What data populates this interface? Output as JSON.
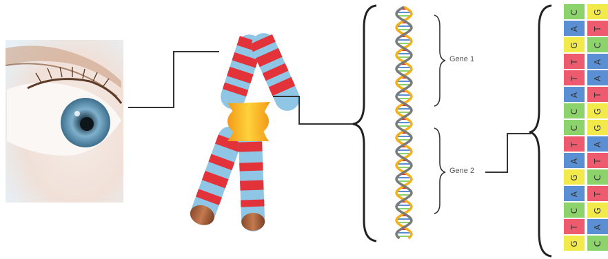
{
  "labels": {
    "gene1": "Gene 1",
    "gene2": "Gene 2"
  },
  "colors": {
    "A": "#5b8fd4",
    "C": "#8bd36a",
    "G": "#f2ea4a",
    "T": "#ef5b6e",
    "chromosome_band_red": "#e2333a",
    "chromosome_band_blue": "#8fc6e6",
    "centromere": "#f5b820",
    "lines": "#333333"
  },
  "base_pairs": [
    {
      "left": "C",
      "right": "G"
    },
    {
      "left": "A",
      "right": "T"
    },
    {
      "left": "G",
      "right": "C"
    },
    {
      "left": "T",
      "right": "A"
    },
    {
      "left": "T",
      "right": "A"
    },
    {
      "left": "A",
      "right": "T"
    },
    {
      "left": "C",
      "right": "G"
    },
    {
      "left": "C",
      "right": "G"
    },
    {
      "left": "T",
      "right": "A"
    },
    {
      "left": "A",
      "right": "T"
    },
    {
      "left": "G",
      "right": "C"
    },
    {
      "left": "A",
      "right": "T"
    },
    {
      "left": "C",
      "right": "G"
    },
    {
      "left": "T",
      "right": "A"
    },
    {
      "left": "G",
      "right": "C"
    }
  ]
}
